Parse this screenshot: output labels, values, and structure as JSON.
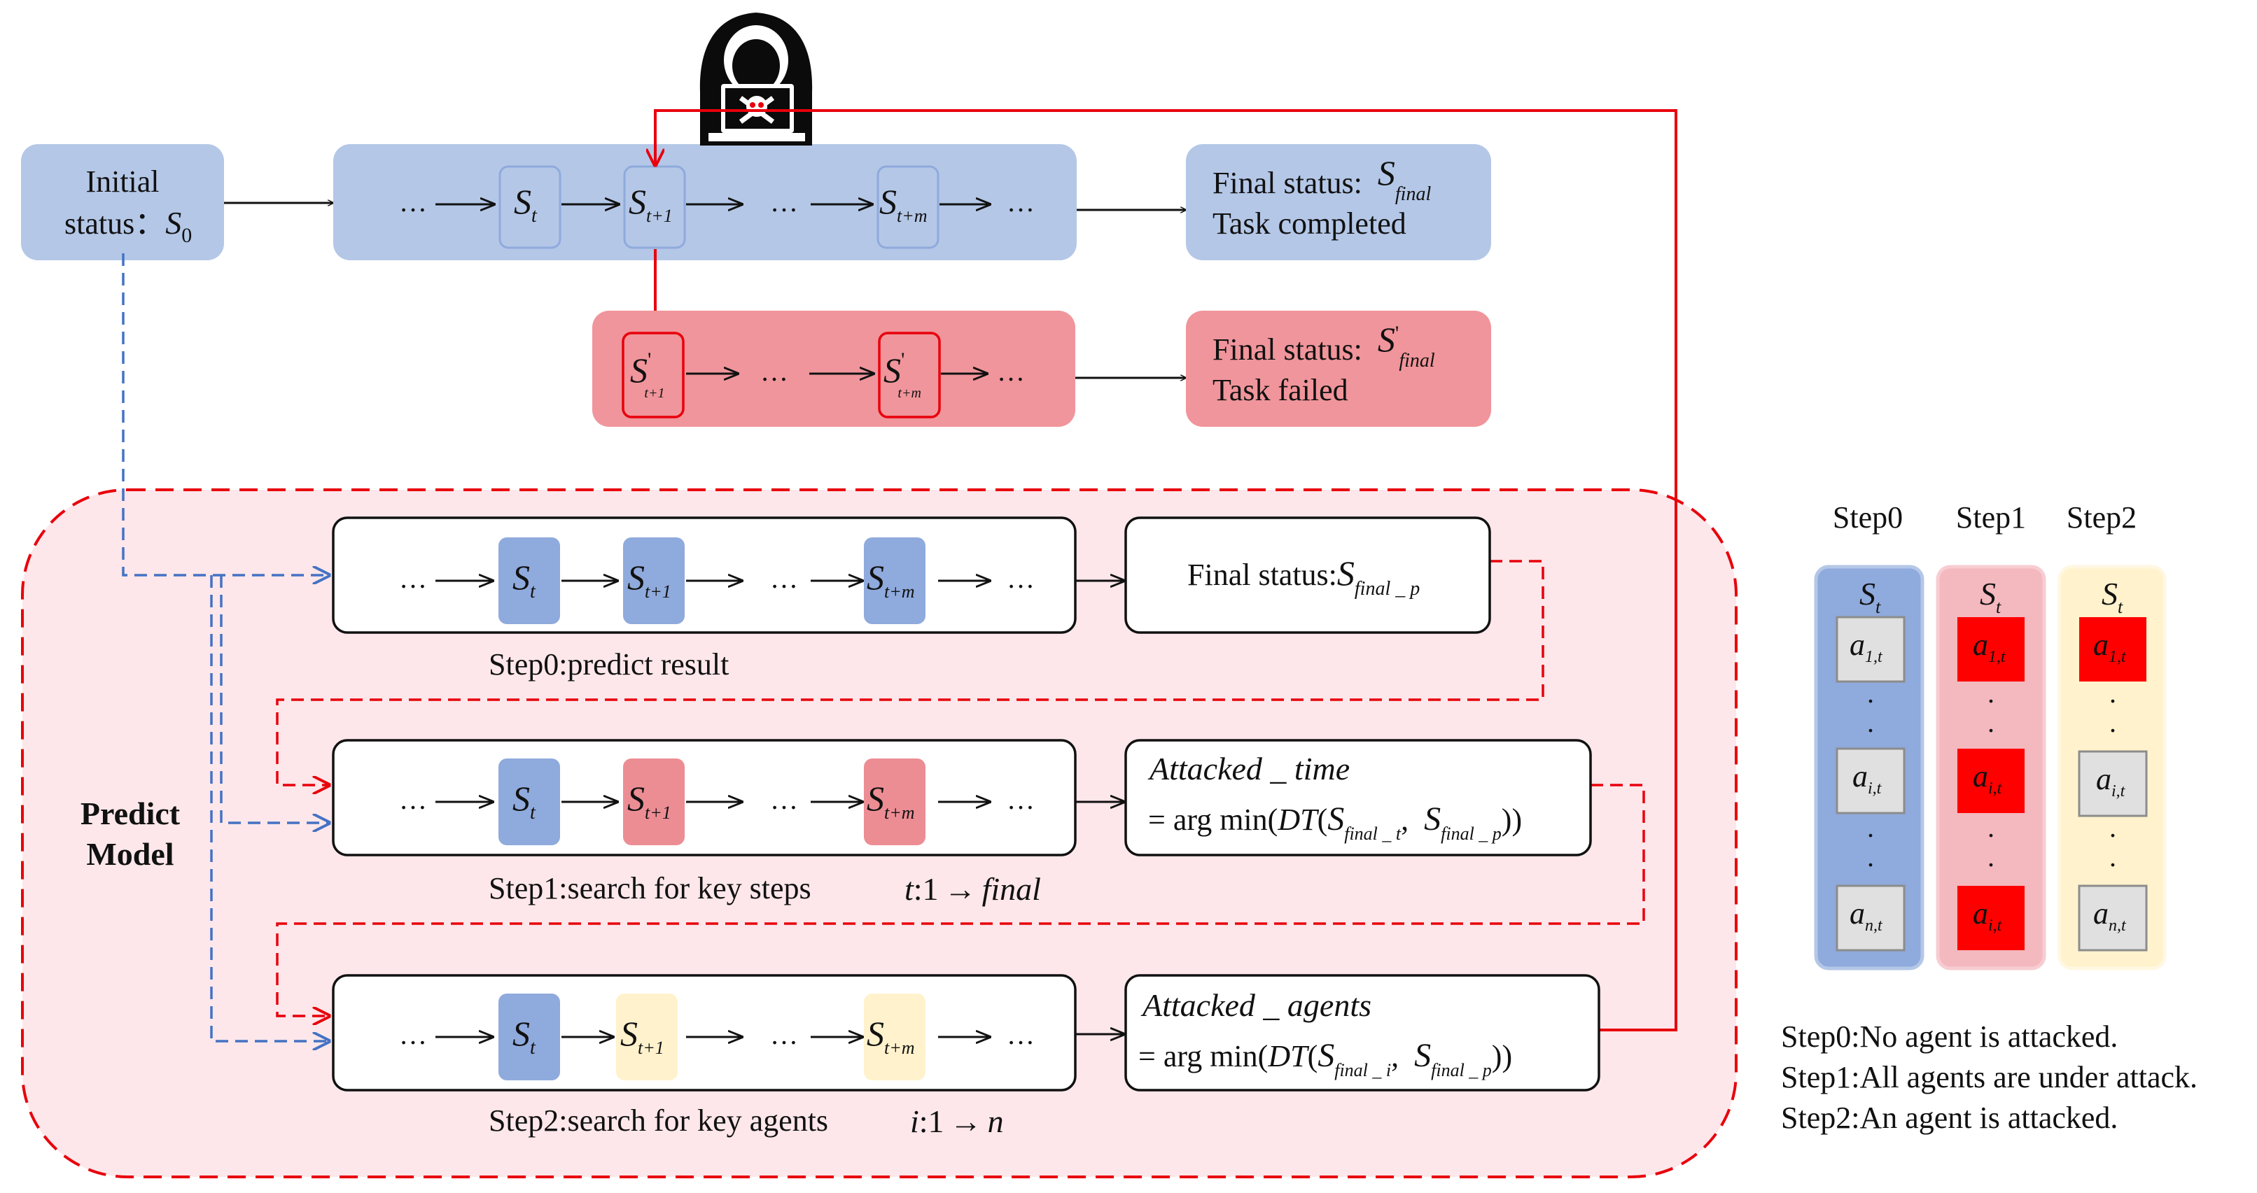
{
  "colors": {
    "blue_panel": "#b4c7e7",
    "blue_state": "#8faadc",
    "red_panel": "#f0959b",
    "pink_state": "#ec8d94",
    "yellow_state": "#fff2cc",
    "predict_area": "#fde7ea",
    "attack_red": "#ff0000",
    "dashed_blue": "#4472c4",
    "grey_cell": "#e0e0e0"
  },
  "icons": {
    "attacker": "hooded-hacker-laptop-skull-icon"
  },
  "top": {
    "initial_status": {
      "line1": "Initial",
      "line2": "status：",
      "symbol": "S",
      "sub": "0"
    },
    "dots": "…",
    "states": {
      "s": "S",
      "t": "t",
      "t1": "t+1",
      "tm": "t+m"
    },
    "final_completed": {
      "label": "Final status:",
      "symbol": "S",
      "sub": "final",
      "line2": "Task completed"
    }
  },
  "failed": {
    "prime": "'",
    "final_failed": {
      "label": "Final status:",
      "symbol": "S",
      "prime": "'",
      "sub": "final",
      "line2": "Task failed"
    }
  },
  "predict": {
    "title1": "Predict",
    "title2": "Model",
    "step0": {
      "caption": "Step0:predict result",
      "result_label": "Final status:",
      "result_symbol": "S",
      "result_sub": "final _ p"
    },
    "step1": {
      "caption": "Step1:search for key steps",
      "range_var": "t",
      "range_from": ":1",
      "arrow": "→",
      "range_to": "final",
      "formula_title": "Attacked _ time",
      "formula_eq": "= arg min(",
      "formula_dt": "DT",
      "formula_open": "(",
      "formula_s1": "S",
      "formula_s1_sub": "final _ t",
      "formula_comma": ",",
      "formula_s2": "S",
      "formula_s2_sub": "final _ p",
      "formula_close": "))"
    },
    "step2": {
      "caption": "Step2:search for key agents",
      "range_var": "i",
      "range_from": ":1",
      "arrow": "→",
      "range_to": "n",
      "formula_title": "Attacked _ agents",
      "formula_eq": "= arg min(",
      "formula_dt": "DT",
      "formula_open": "(",
      "formula_s1": "S",
      "formula_s1_sub": "final _ i",
      "formula_comma": ",",
      "formula_s2": "S",
      "formula_s2_sub": "final _ p",
      "formula_close": "))"
    }
  },
  "legend": {
    "headers": [
      "Step0",
      "Step1",
      "Step2"
    ],
    "state_symbol": "S",
    "state_sub": "t",
    "agent_symbol": "a",
    "agent_subs": [
      "1,t",
      "i,t",
      "n,t"
    ],
    "dot": ".",
    "notes": [
      "Step0:No agent is attacked.",
      "Step1:All agents are under attack.",
      "Step2:An agent is attacked."
    ]
  }
}
